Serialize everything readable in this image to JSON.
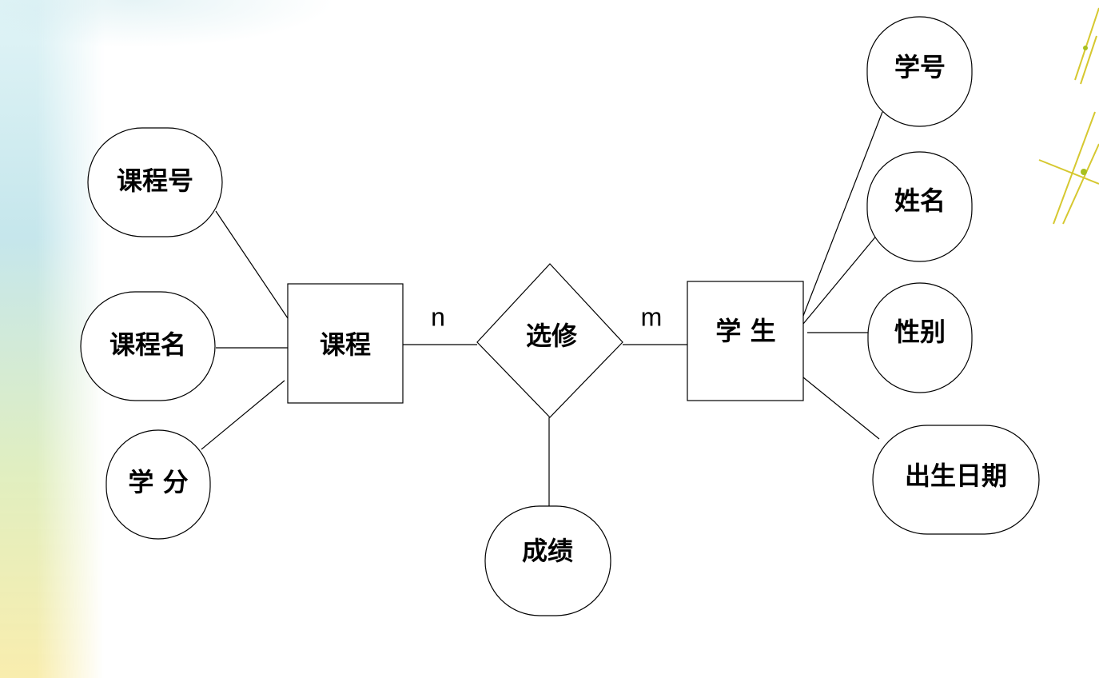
{
  "entities": [
    {
      "id": "course",
      "label": "课程"
    },
    {
      "id": "student",
      "label": "学 生"
    }
  ],
  "relationship": {
    "label": "选修"
  },
  "attributes": {
    "course_no": "课程号",
    "course_name": "课程名",
    "credit": "学 分",
    "student_no": "学号",
    "name": "姓名",
    "gender": "性别",
    "birthdate": "出生日期",
    "grade": "成绩"
  },
  "cardinality": {
    "course": "n",
    "student": "m"
  }
}
